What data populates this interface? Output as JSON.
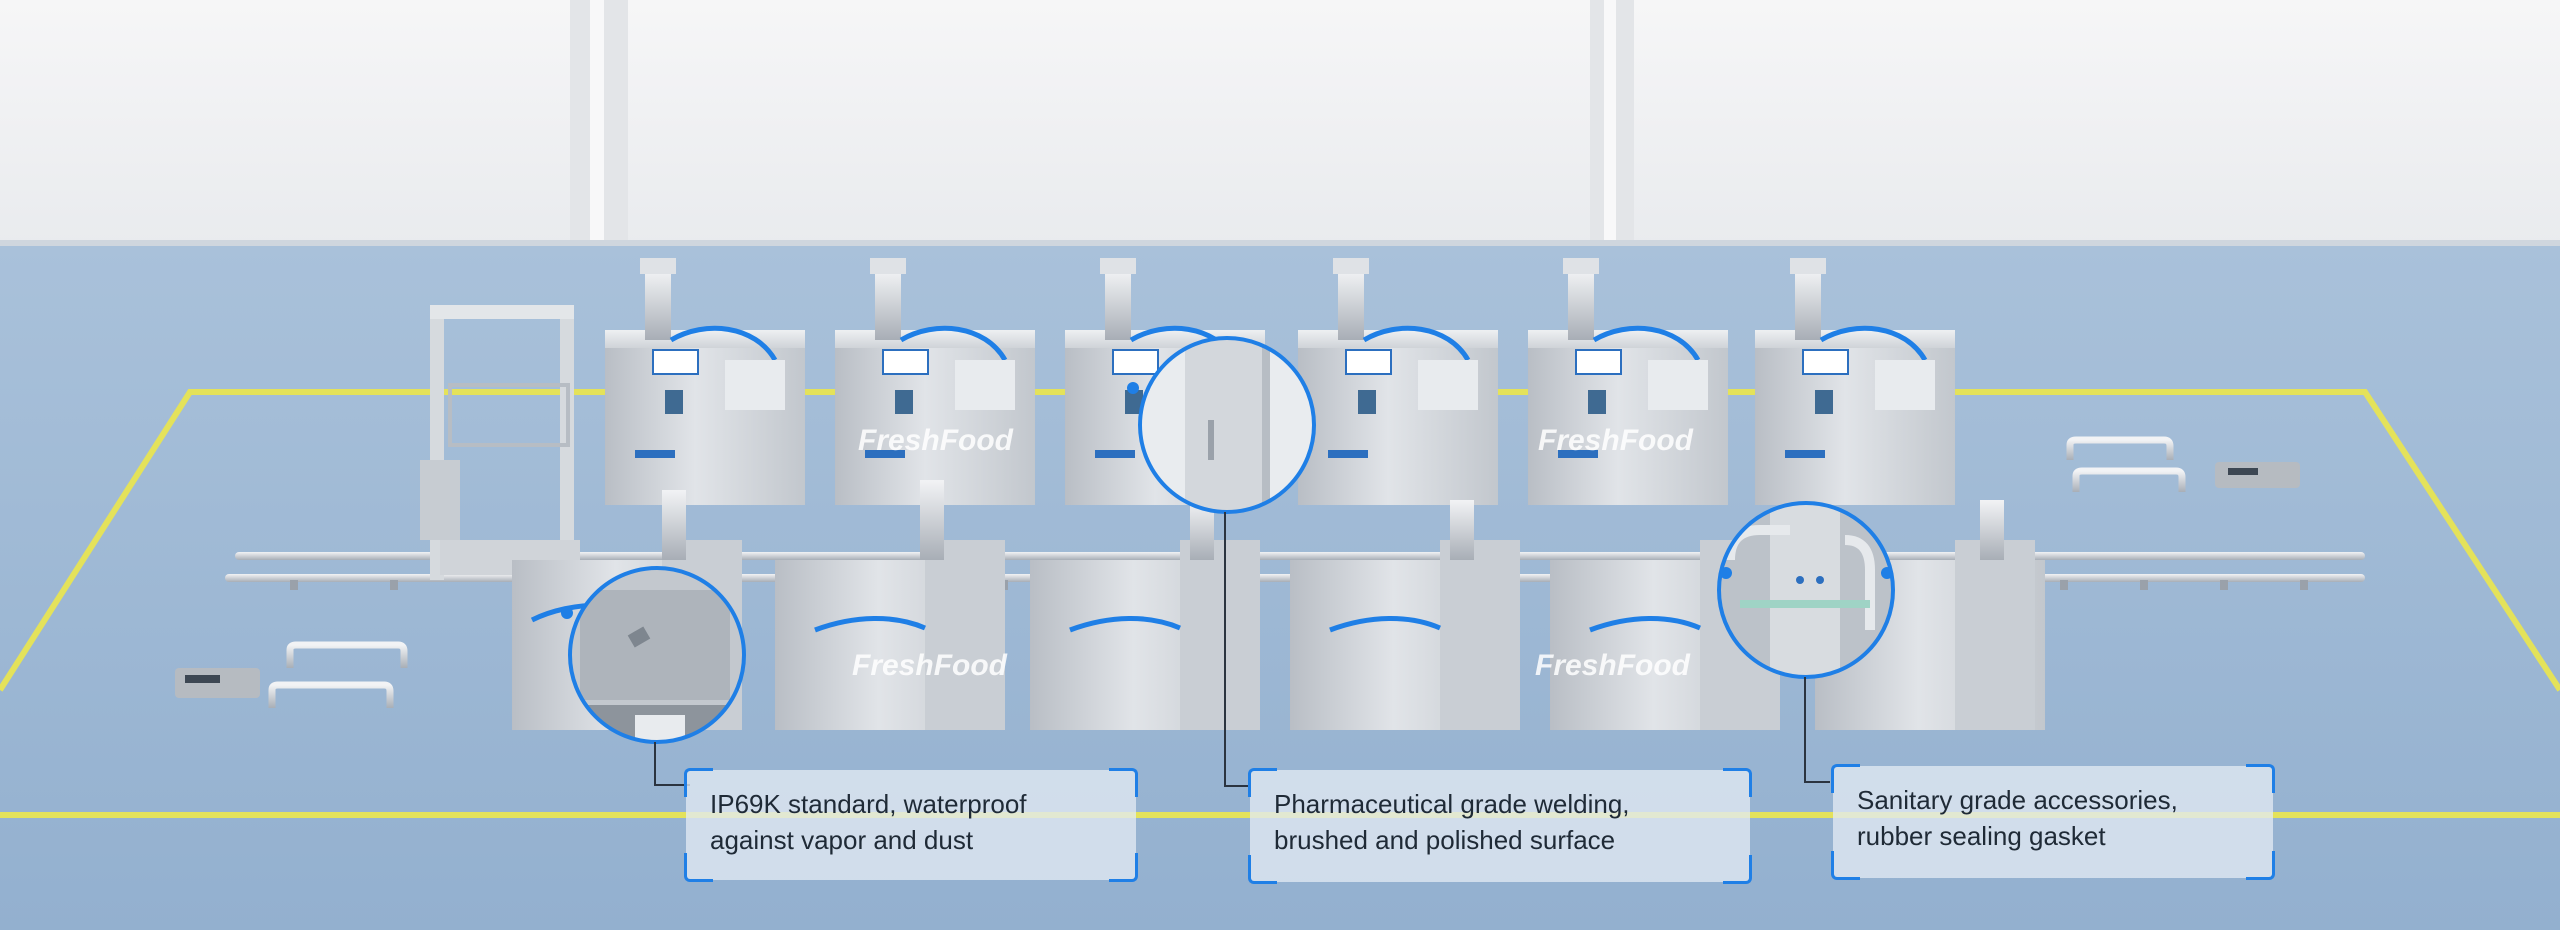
{
  "brand": {
    "watermark": "FreshFood"
  },
  "callouts": [
    {
      "text": "IP69K standard, waterproof against vapor and dust"
    },
    {
      "text": "Pharmaceutical grade welding, brushed and polished surface"
    },
    {
      "text": "Sanitary grade accessories, rubber sealing gasket"
    }
  ],
  "colors": {
    "accent": "#1f7fe6",
    "floor": "#9fbad6",
    "wall": "#f1f2f4",
    "safety_line": "#e4e25a",
    "steel": "#d3d7dc"
  }
}
